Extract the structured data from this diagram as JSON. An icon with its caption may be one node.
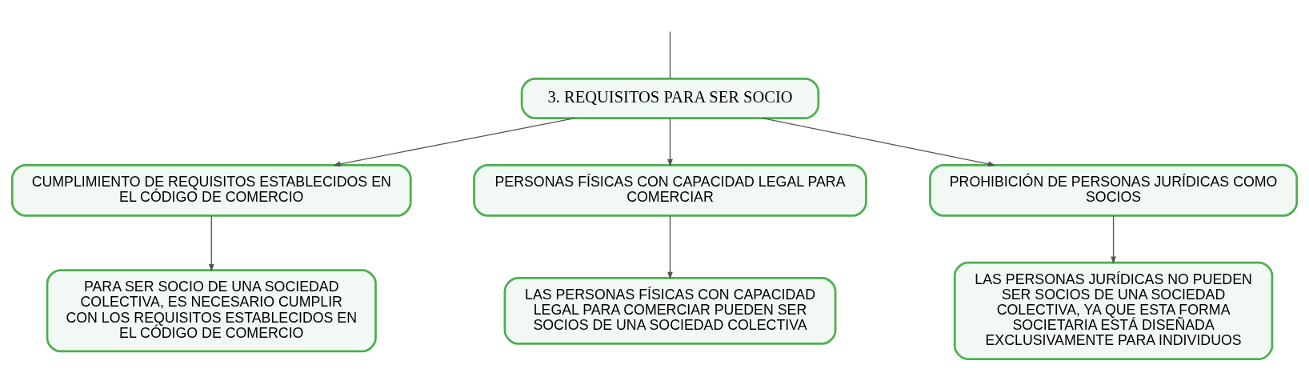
{
  "diagram": {
    "nodes": [
      {
        "text": [
          "3. REQUISITOS PARA SER SOCIO"
        ]
      },
      {
        "text": [
          "CUMPLIMIENTO DE REQUISITOS ESTABLECIDOS EN EL CÓDIGO DE COMERCIO"
        ]
      },
      {
        "text": [
          "PERSONAS FÍSICAS CON CAPACIDAD LEGAL PARA COMERCIAR"
        ]
      },
      {
        "text": [
          "PROHIBICIÓN DE PERSONAS JURÍDICAS COMO SOCIOS"
        ]
      },
      {
        "text": [
          "PARA SER SOCIO DE UNA SOCIEDAD COLECTIVA, ES NECESARIO CUMPLIR CON LOS REQUISITOS ESTABLECIDOS EN EL CÓDIGO DE COMERCIO"
        ]
      },
      {
        "text": [
          "LAS PERSONAS FÍSICAS CON CAPACIDAD LEGAL PARA COMERCIAR PUEDEN SER SOCIOS DE UNA SOCIEDAD COLECTIVA"
        ]
      },
      {
        "text": [
          "LAS PERSONAS JURÍDICAS NO PUEDEN SER SOCIOS DE UNA SOCIEDAD COLECTIVA, YA QUE ESTA FORMA SOCIETARIA ESTÁ DISEÑADA EXCLUSIVAMENTE PARA INDIVIDUOS"
        ]
      }
    ],
    "edges": [
      {
        "from": null,
        "to": 0,
        "arrow": "none"
      },
      {
        "from": 0,
        "to": 1,
        "arrow": "to"
      },
      {
        "from": 0,
        "to": 2,
        "arrow": "to"
      },
      {
        "from": 0,
        "to": 3,
        "arrow": "to"
      },
      {
        "from": 1,
        "to": 4,
        "arrow": "to"
      },
      {
        "from": 2,
        "to": 5,
        "arrow": "to"
      },
      {
        "from": 3,
        "to": 6,
        "arrow": "to"
      }
    ]
  }
}
